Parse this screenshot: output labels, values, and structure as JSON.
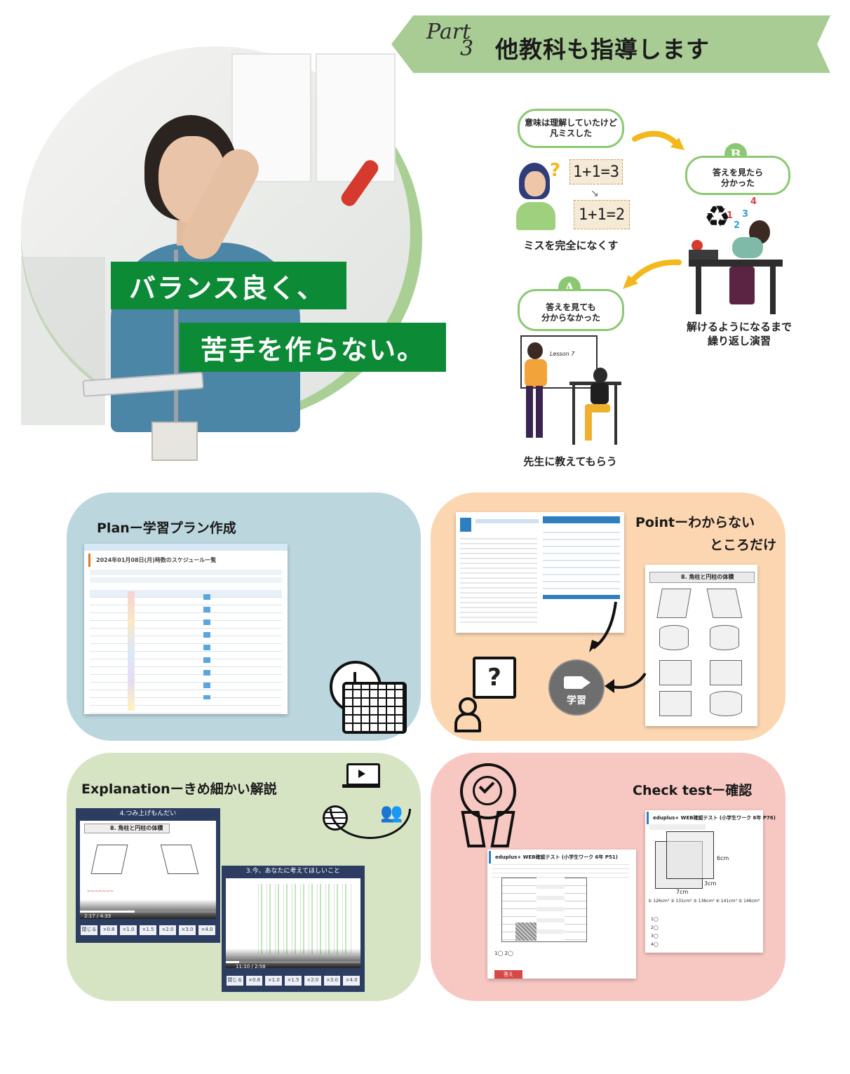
{
  "header": {
    "part_word": "Part",
    "part_number": "3",
    "title": "他教科も指導します"
  },
  "hero": {
    "slogan_line1": "バランス良く、",
    "slogan_line2": "苦手を作らない。"
  },
  "cycle": {
    "top_bubble": "意味は理解していたけど\n凡ミスした",
    "note_wrong": "1+1=3",
    "note_right": "1+1=2",
    "caption_mistake": "ミスを完全になくす",
    "b_letter": "B",
    "b_bubble": "答えを見たら\n分かった",
    "caption_practice": "解けるようになるまで\n繰り返し演習",
    "a_letter": "A",
    "a_bubble": "答えを見ても\n分からなかった",
    "caption_teacher": "先生に教えてもらう",
    "board_text": "Lesson 7"
  },
  "cards": {
    "plan": {
      "title": "Planー学習プラン作成",
      "screenshot_title": "2024年01月08日(月)時数のスケジュール一覧"
    },
    "point": {
      "title_line1": "Pointーわからない",
      "title_line2": "ところだけ",
      "video_label": "学習",
      "sheet_title": "8. 角柱と円柱の体積"
    },
    "explanation": {
      "title": "Explanationーきめ細かい解説",
      "video1_title": "4.つみ上げもんだい",
      "video1_heading": "8. 角柱と円柱の体積",
      "video1_time": "2:17 / 4:33",
      "video2_title": "3.今、あなたに考えてほしいこと",
      "video2_time": "11:10 / 2:58",
      "controls": [
        "閉じる",
        "×0.8",
        "×1.0",
        "×1.5",
        "×2.0",
        "×3.0",
        "×4.0"
      ]
    },
    "check": {
      "title": "Check testー確認",
      "test1_title": "eduplus+ WEB確認テスト (小学生ワーク 6年 P51)",
      "test1_button": "答え",
      "test2_title": "eduplus+ WEB確認テスト (小学生ワーク 6年 P76)",
      "test2_dim1": "6cm",
      "test2_dim2": "3cm",
      "test2_dim3": "7cm",
      "test2_options": "① 126cm³  ② 131cm³  ③ 136cm³  ④ 141cm³  ⑤ 146cm³"
    }
  }
}
